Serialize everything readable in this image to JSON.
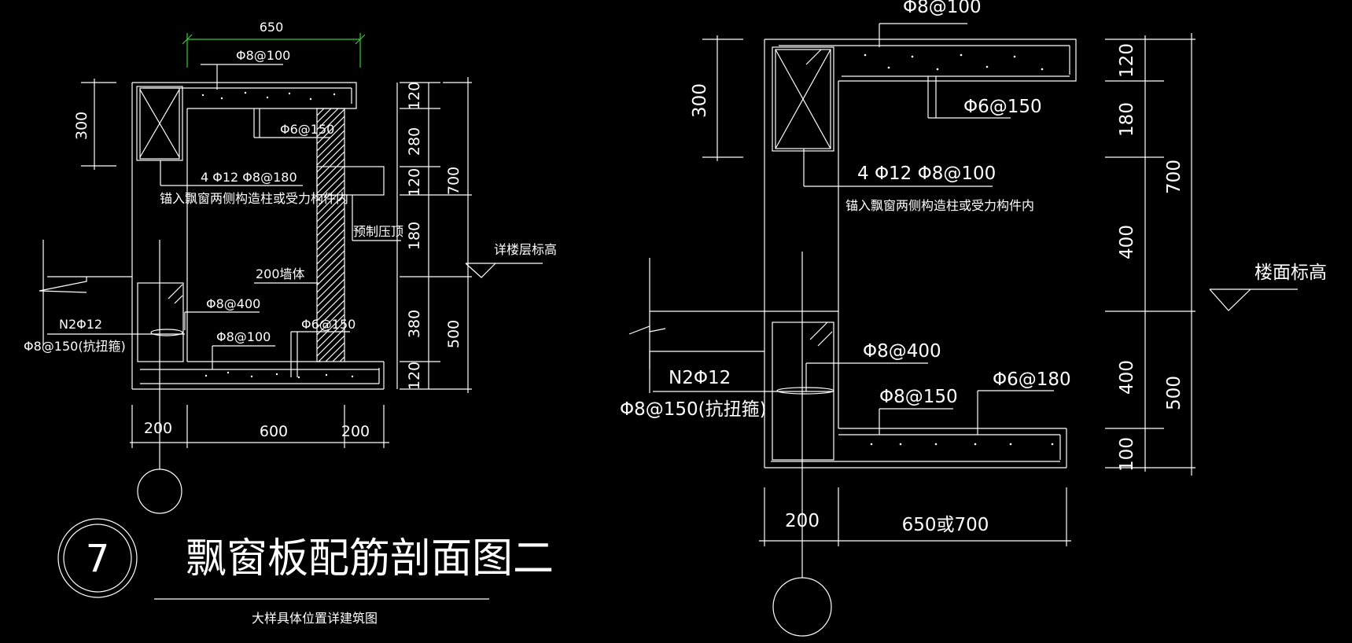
{
  "left_drawing": {
    "dim_top": "650",
    "rebar_top": "Φ8@100",
    "dim_left_300": "300",
    "rebar_inner": "Φ6@150",
    "rebar_corner": "4 Φ12   Φ8@180",
    "note_anchor": "锚入飘窗两侧构造柱或受力构件内",
    "note_precast": "预制压顶",
    "note_wall": "200墙体",
    "note_floor": "详楼层标高",
    "rebar_400": "Φ8@400",
    "rebar_n2": "N2Φ12",
    "rebar_stirrup": "Φ8@150(抗扭箍)",
    "rebar_bottom": "Φ8@100",
    "rebar_bottom2": "Φ6@150",
    "dims_right": [
      "120",
      "280",
      "120",
      "180",
      "380",
      "120"
    ],
    "dims_right_total": [
      "700",
      "500"
    ],
    "dims_bottom": [
      "200",
      "600",
      "200"
    ]
  },
  "right_drawing": {
    "rebar_top": "Φ8@100",
    "dim_left_300": "300",
    "rebar_inner": "Φ6@150",
    "rebar_corner": "4 Φ12   Φ8@100",
    "note_anchor": "锚入飘窗两侧构造柱或受力构件内",
    "note_floor": "楼面标高",
    "rebar_400": "Φ8@400",
    "rebar_n2": "N2Φ12",
    "rebar_stirrup": "Φ8@150(抗扭箍)",
    "rebar_bottom": "Φ8@150",
    "rebar_bottom2": "Φ6@180",
    "dims_right": [
      "120",
      "180",
      "400",
      "400",
      "100"
    ],
    "dims_right_total": [
      "700",
      "500"
    ],
    "dims_bottom": [
      "200",
      "650或700"
    ]
  },
  "title_block": {
    "number": "7",
    "title": "飘窗板配筋剖面图二",
    "subtitle": "大样具体位置详建筑图"
  }
}
